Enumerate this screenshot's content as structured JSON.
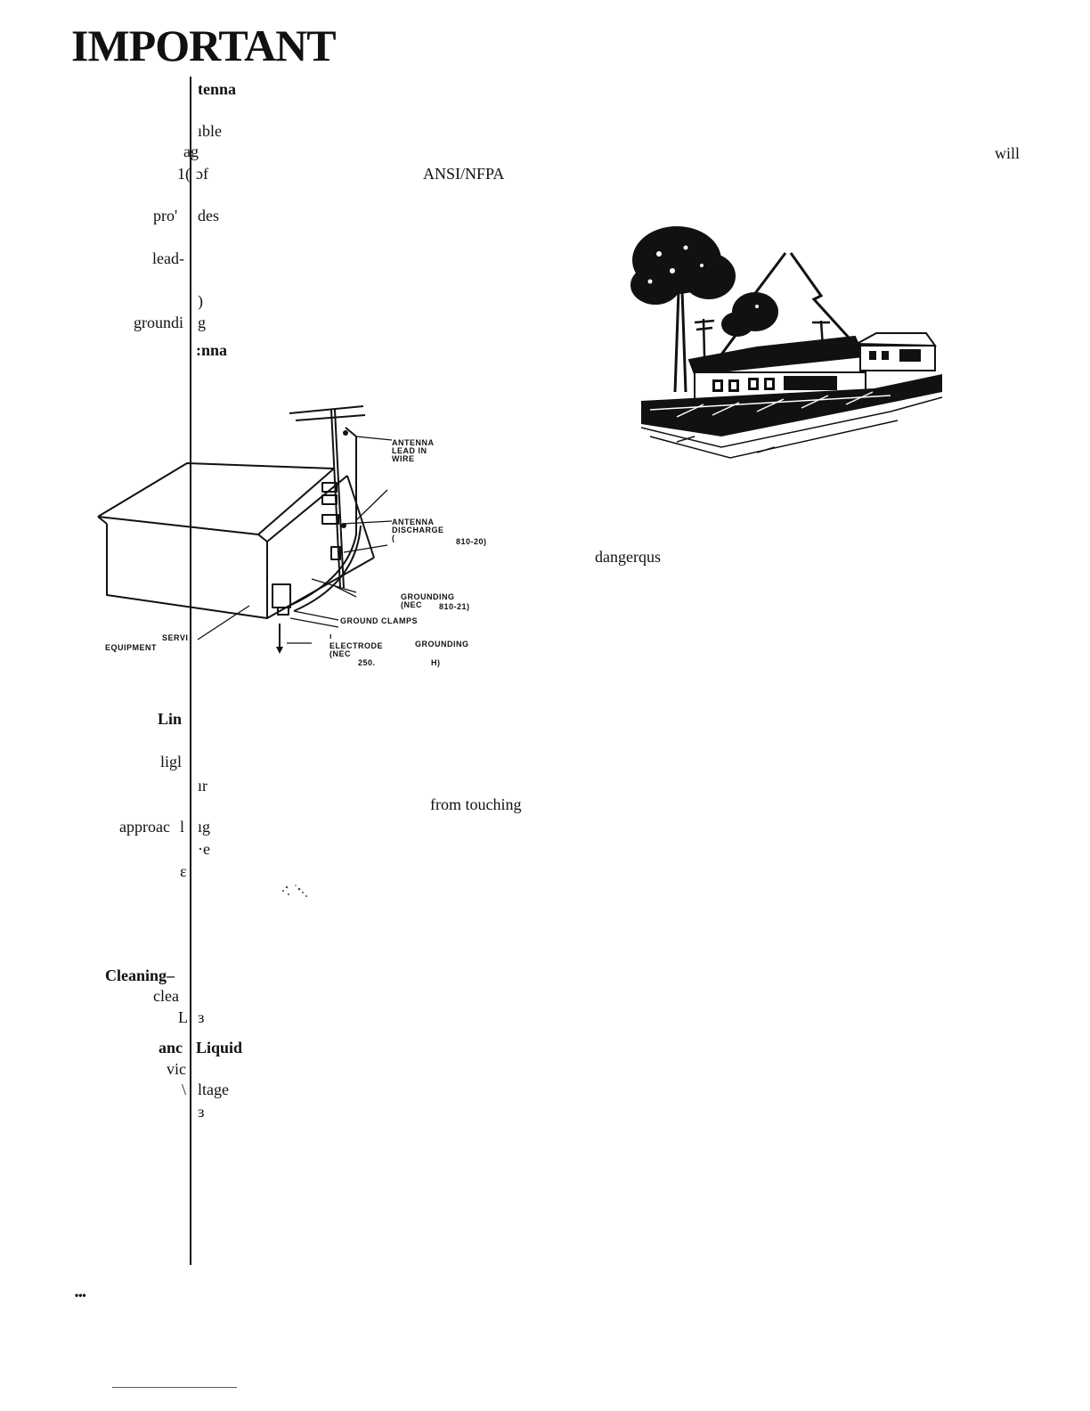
{
  "page": {
    "heading": "IMPORTANT",
    "footer_marker": "•••"
  },
  "fragments": {
    "left": {
      "tenna": "tenna",
      "ible": "ıble",
      "ag": "ag",
      "l_of_a": "1(",
      "l_of_b": "ɔf",
      "pro": "pro'",
      "des": "des",
      "lead": "lead-",
      "paren": ")",
      "groundi": "groundi",
      "g": "g",
      "nna": ":nna",
      "lin": "Lin",
      "ligl": "ligl",
      "or": "ır",
      "approac": "approac",
      "k": "l",
      "ng": "ıg",
      "e": "·e",
      "a": "ɛ",
      "cleaning": "Cleaning–",
      "clea": "clea",
      "u_left": "L",
      "u_right": "ɜ",
      "and": "anc",
      "liquid": "Liquid",
      "vic": "vic",
      "tick": "\\",
      "ltage": "ltage",
      "e2": "ɜ"
    },
    "middle": {
      "ansi": "ANSI/NFPA",
      "from_touching": "from touching"
    },
    "right": {
      "will": "will",
      "dangerous": "dangerqus"
    }
  },
  "diagram": {
    "labels": {
      "antenna_lead_1": "ANTENNA",
      "antenna_lead_2": "LEAD IN",
      "antenna_lead_3": "WIRE",
      "discharge_1": "ANTENNA",
      "discharge_2": "DISCHARGE",
      "discharge_3": "(",
      "discharge_code": "810-20)",
      "grounding_1": "GROUNDING",
      "grounding_2": "(NEC",
      "grounding_code": "810-21)",
      "ground_clamps": "GROUND CLAMPS",
      "service": "SERVI",
      "equipment": "EQUIPMENT",
      "electrode_mark": "ı",
      "electrode_1": "ELECTRODE",
      "electrode_2": "(NEC",
      "electrode_code": "250.",
      "electrode_end": "H)",
      "electrode_grounding": "GROUNDING"
    }
  }
}
